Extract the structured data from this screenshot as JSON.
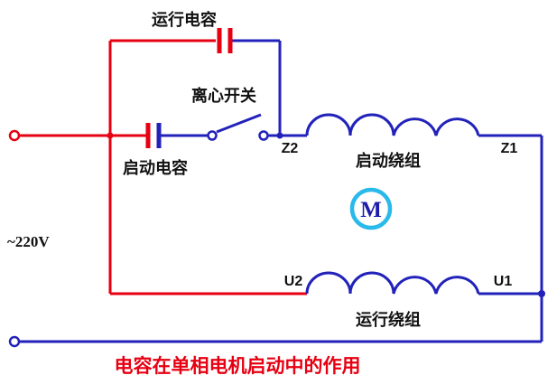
{
  "labels": {
    "run_capacitor": "运行电容",
    "centrifugal_switch": "离心开关",
    "start_capacitor": "启动电容",
    "terminal_z2": "Z2",
    "start_winding": "启动绕组",
    "terminal_z1": "Z1",
    "motor_letter": "M",
    "terminal_u2": "U2",
    "terminal_u1": "U1",
    "run_winding": "运行绕组",
    "supply_voltage": "~220V",
    "caption": "电容在单相电机启动中的作用"
  },
  "colors": {
    "live_wire_red": "#e60012",
    "wire_blue": "#2222bb",
    "motor_ring_cyan": "#29b9ea",
    "label_text": "#111111",
    "caption_red": "#e60012"
  }
}
